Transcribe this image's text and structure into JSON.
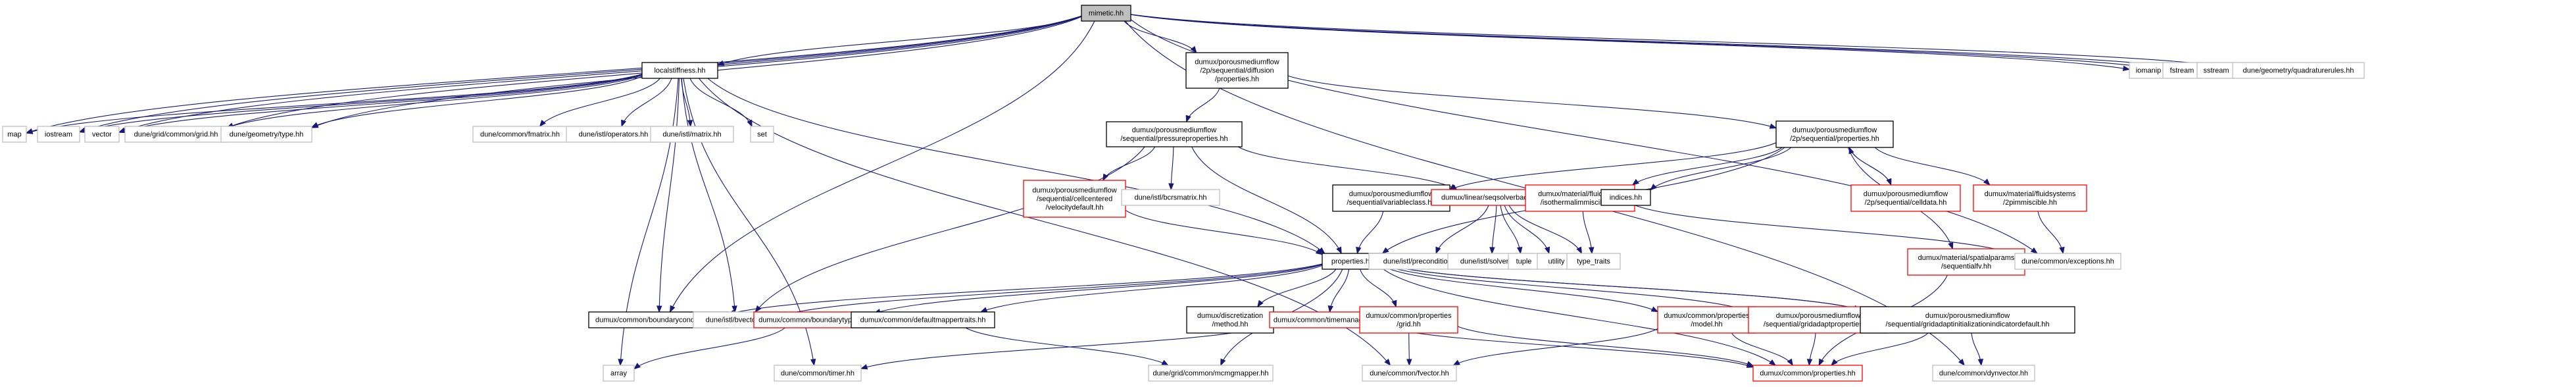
{
  "graph": {
    "title": "mimetic.hh",
    "colors": {
      "edge": "#191970",
      "root_fill": "#bfbfbf",
      "documented_border": "#000000",
      "incomplete_border": "#ff0000",
      "external_border": "#bfbfbf"
    },
    "nodes": [
      {
        "id": "mimetic",
        "lines": [
          "mimetic.hh"
        ],
        "style": "root"
      },
      {
        "id": "localstiffness",
        "lines": [
          "localstiffness.hh"
        ],
        "style": "documented"
      },
      {
        "id": "diffprops",
        "lines": [
          "dumux/porousmediumflow",
          "/2p/sequential/diffusion",
          "/properties.hh"
        ],
        "style": "documented"
      },
      {
        "id": "iomanip",
        "lines": [
          "iomanip"
        ],
        "style": "external"
      },
      {
        "id": "fstream",
        "lines": [
          "fstream"
        ],
        "style": "external"
      },
      {
        "id": "sstream",
        "lines": [
          "sstream"
        ],
        "style": "external"
      },
      {
        "id": "quadrules",
        "lines": [
          "dune/geometry/quadraturerules.hh"
        ],
        "style": "external"
      },
      {
        "id": "map",
        "lines": [
          "map"
        ],
        "style": "external"
      },
      {
        "id": "iostream",
        "lines": [
          "iostream"
        ],
        "style": "external"
      },
      {
        "id": "vector",
        "lines": [
          "vector"
        ],
        "style": "external"
      },
      {
        "id": "gridhh",
        "lines": [
          "dune/grid/common/grid.hh"
        ],
        "style": "external"
      },
      {
        "id": "geomtype",
        "lines": [
          "dune/geometry/type.hh"
        ],
        "style": "external"
      },
      {
        "id": "fmatrix",
        "lines": [
          "dune/common/fmatrix.hh"
        ],
        "style": "external"
      },
      {
        "id": "operators",
        "lines": [
          "dune/istl/operators.hh"
        ],
        "style": "external"
      },
      {
        "id": "matrix",
        "lines": [
          "dune/istl/matrix.hh"
        ],
        "style": "external"
      },
      {
        "id": "set",
        "lines": [
          "set"
        ],
        "style": "external"
      },
      {
        "id": "pressprops",
        "lines": [
          "dumux/porousmediumflow",
          "/sequential/pressureproperties.hh"
        ],
        "style": "documented"
      },
      {
        "id": "seqprops2p",
        "lines": [
          "dumux/porousmediumflow",
          "/2p/sequential/properties.hh"
        ],
        "style": "documented"
      },
      {
        "id": "velocitydefault",
        "lines": [
          "dumux/porousmediumflow",
          "/sequential/cellcentered",
          "/velocitydefault.hh"
        ],
        "style": "incomplete"
      },
      {
        "id": "bcrsmatrix",
        "lines": [
          "dune/istl/bcrsmatrix.hh"
        ],
        "style": "external"
      },
      {
        "id": "variableclass",
        "lines": [
          "dumux/porousmediumflow",
          "/sequential/variableclass.hh"
        ],
        "style": "documented"
      },
      {
        "id": "seqsolver",
        "lines": [
          "dumux/linear/seqsolverbackend.hh"
        ],
        "style": "incomplete"
      },
      {
        "id": "isothermal",
        "lines": [
          "dumux/material/fluidstates",
          "/isothermalimmiscible.hh"
        ],
        "style": "incomplete"
      },
      {
        "id": "indices",
        "lines": [
          "indices.hh"
        ],
        "style": "documented"
      },
      {
        "id": "celldata",
        "lines": [
          "dumux/porousmediumflow",
          "/2p/sequential/celldata.hh"
        ],
        "style": "incomplete"
      },
      {
        "id": "twopimm",
        "lines": [
          "dumux/material/fluidsystems",
          "/2pimmiscible.hh"
        ],
        "style": "incomplete"
      },
      {
        "id": "properties",
        "lines": [
          "properties.hh"
        ],
        "style": "documented"
      },
      {
        "id": "precond",
        "lines": [
          "dune/istl/preconditioners.hh"
        ],
        "style": "external"
      },
      {
        "id": "solvers",
        "lines": [
          "dune/istl/solvers.hh"
        ],
        "style": "external"
      },
      {
        "id": "tuple",
        "lines": [
          "tuple"
        ],
        "style": "external"
      },
      {
        "id": "utility",
        "lines": [
          "utility"
        ],
        "style": "external"
      },
      {
        "id": "typetraits",
        "lines": [
          "type_traits"
        ],
        "style": "external"
      },
      {
        "id": "spatialparams",
        "lines": [
          "dumux/material/spatialparams",
          "/sequentialfv.hh"
        ],
        "style": "incomplete"
      },
      {
        "id": "exceptions",
        "lines": [
          "dune/common/exceptions.hh"
        ],
        "style": "external"
      },
      {
        "id": "boundaryconditions",
        "lines": [
          "dumux/common/boundaryconditions.hh"
        ],
        "style": "documented"
      },
      {
        "id": "bvector",
        "lines": [
          "dune/istl/bvector.hh"
        ],
        "style": "external"
      },
      {
        "id": "boundarytypes",
        "lines": [
          "dumux/common/boundarytypes.hh"
        ],
        "style": "incomplete"
      },
      {
        "id": "defaultmapper",
        "lines": [
          "dumux/common/defaultmappertraits.hh"
        ],
        "style": "documented"
      },
      {
        "id": "method",
        "lines": [
          "dumux/discretization",
          "/method.hh"
        ],
        "style": "documented"
      },
      {
        "id": "timemanager",
        "lines": [
          "dumux/common/timemanager.hh"
        ],
        "style": "incomplete"
      },
      {
        "id": "propgrid",
        "lines": [
          "dumux/common/properties",
          "/grid.hh"
        ],
        "style": "incomplete"
      },
      {
        "id": "propmodel",
        "lines": [
          "dumux/common/properties",
          "/model.hh"
        ],
        "style": "incomplete"
      },
      {
        "id": "gridadaptprops",
        "lines": [
          "dumux/porousmediumflow",
          "/sequential/gridadaptproperties.hh"
        ],
        "style": "incomplete"
      },
      {
        "id": "gridadaptinit",
        "lines": [
          "dumux/porousmediumflow",
          "/sequential/gridadaptinitializationindicatordefault.hh"
        ],
        "style": "documented"
      },
      {
        "id": "array",
        "lines": [
          "array"
        ],
        "style": "external"
      },
      {
        "id": "timer",
        "lines": [
          "dune/common/timer.hh"
        ],
        "style": "external"
      },
      {
        "id": "mcmgmapper",
        "lines": [
          "dune/grid/common/mcmgmapper.hh"
        ],
        "style": "external"
      },
      {
        "id": "fvector",
        "lines": [
          "dune/common/fvector.hh"
        ],
        "style": "external"
      },
      {
        "id": "commonprops",
        "lines": [
          "dumux/common/properties.hh"
        ],
        "style": "incomplete"
      },
      {
        "id": "dynvector",
        "lines": [
          "dune/common/dynvector.hh"
        ],
        "style": "external"
      }
    ],
    "edges": [
      [
        "mimetic",
        "localstiffness"
      ],
      [
        "mimetic",
        "diffprops"
      ],
      [
        "mimetic",
        "iomanip"
      ],
      [
        "mimetic",
        "fstream"
      ],
      [
        "mimetic",
        "sstream"
      ],
      [
        "mimetic",
        "quadrules"
      ],
      [
        "mimetic",
        "map"
      ],
      [
        "mimetic",
        "iostream"
      ],
      [
        "mimetic",
        "vector"
      ],
      [
        "mimetic",
        "gridhh"
      ],
      [
        "mimetic",
        "geomtype"
      ],
      [
        "mimetic",
        "boundaryconditions"
      ],
      [
        "mimetic",
        "exceptions"
      ],
      [
        "mimetic",
        "dynvector"
      ],
      [
        "localstiffness",
        "map"
      ],
      [
        "localstiffness",
        "iostream"
      ],
      [
        "localstiffness",
        "vector"
      ],
      [
        "localstiffness",
        "gridhh"
      ],
      [
        "localstiffness",
        "geomtype"
      ],
      [
        "localstiffness",
        "fmatrix"
      ],
      [
        "localstiffness",
        "operators"
      ],
      [
        "localstiffness",
        "matrix"
      ],
      [
        "localstiffness",
        "set"
      ],
      [
        "localstiffness",
        "boundaryconditions"
      ],
      [
        "localstiffness",
        "bvector"
      ],
      [
        "localstiffness",
        "properties"
      ],
      [
        "localstiffness",
        "array"
      ],
      [
        "localstiffness",
        "timer"
      ],
      [
        "localstiffness",
        "fvector"
      ],
      [
        "diffprops",
        "pressprops"
      ],
      [
        "diffprops",
        "seqprops2p"
      ],
      [
        "pressprops",
        "velocitydefault"
      ],
      [
        "pressprops",
        "bcrsmatrix"
      ],
      [
        "pressprops",
        "seqsolver"
      ],
      [
        "pressprops",
        "properties"
      ],
      [
        "pressprops",
        "bvector"
      ],
      [
        "seqprops2p",
        "variableclass"
      ],
      [
        "seqprops2p",
        "isothermal"
      ],
      [
        "seqprops2p",
        "indices"
      ],
      [
        "seqprops2p",
        "celldata"
      ],
      [
        "seqprops2p",
        "twopimm"
      ],
      [
        "seqprops2p",
        "spatialparams"
      ],
      [
        "seqprops2p",
        "properties"
      ],
      [
        "celldata",
        "seqprops2p"
      ],
      [
        "velocitydefault",
        "properties"
      ],
      [
        "variableclass",
        "properties"
      ],
      [
        "seqsolver",
        "precond"
      ],
      [
        "seqsolver",
        "solvers"
      ],
      [
        "seqsolver",
        "tuple"
      ],
      [
        "seqsolver",
        "utility"
      ],
      [
        "seqsolver",
        "typetraits"
      ],
      [
        "isothermal",
        "typetraits"
      ],
      [
        "isothermal",
        "exceptions"
      ],
      [
        "twopimm",
        "exceptions"
      ],
      [
        "spatialparams",
        "commonprops"
      ],
      [
        "properties",
        "boundaryconditions"
      ],
      [
        "properties",
        "bvector"
      ],
      [
        "properties",
        "boundarytypes"
      ],
      [
        "properties",
        "defaultmapper"
      ],
      [
        "properties",
        "method"
      ],
      [
        "properties",
        "timemanager"
      ],
      [
        "properties",
        "propgrid"
      ],
      [
        "properties",
        "propmodel"
      ],
      [
        "properties",
        "gridadaptprops"
      ],
      [
        "properties",
        "gridadaptinit"
      ],
      [
        "properties",
        "mcmgmapper"
      ],
      [
        "properties",
        "commonprops"
      ],
      [
        "boundarytypes",
        "array"
      ],
      [
        "defaultmapper",
        "mcmgmapper"
      ],
      [
        "timemanager",
        "timer"
      ],
      [
        "timemanager",
        "commonprops"
      ],
      [
        "propgrid",
        "fvector"
      ],
      [
        "propgrid",
        "commonprops"
      ],
      [
        "propmodel",
        "fvector"
      ],
      [
        "propmodel",
        "commonprops"
      ],
      [
        "gridadaptprops",
        "commonprops"
      ],
      [
        "gridadaptinit",
        "commonprops"
      ],
      [
        "gridadaptinit",
        "dynvector"
      ],
      [
        "gridadaptinit",
        "properties"
      ]
    ]
  }
}
